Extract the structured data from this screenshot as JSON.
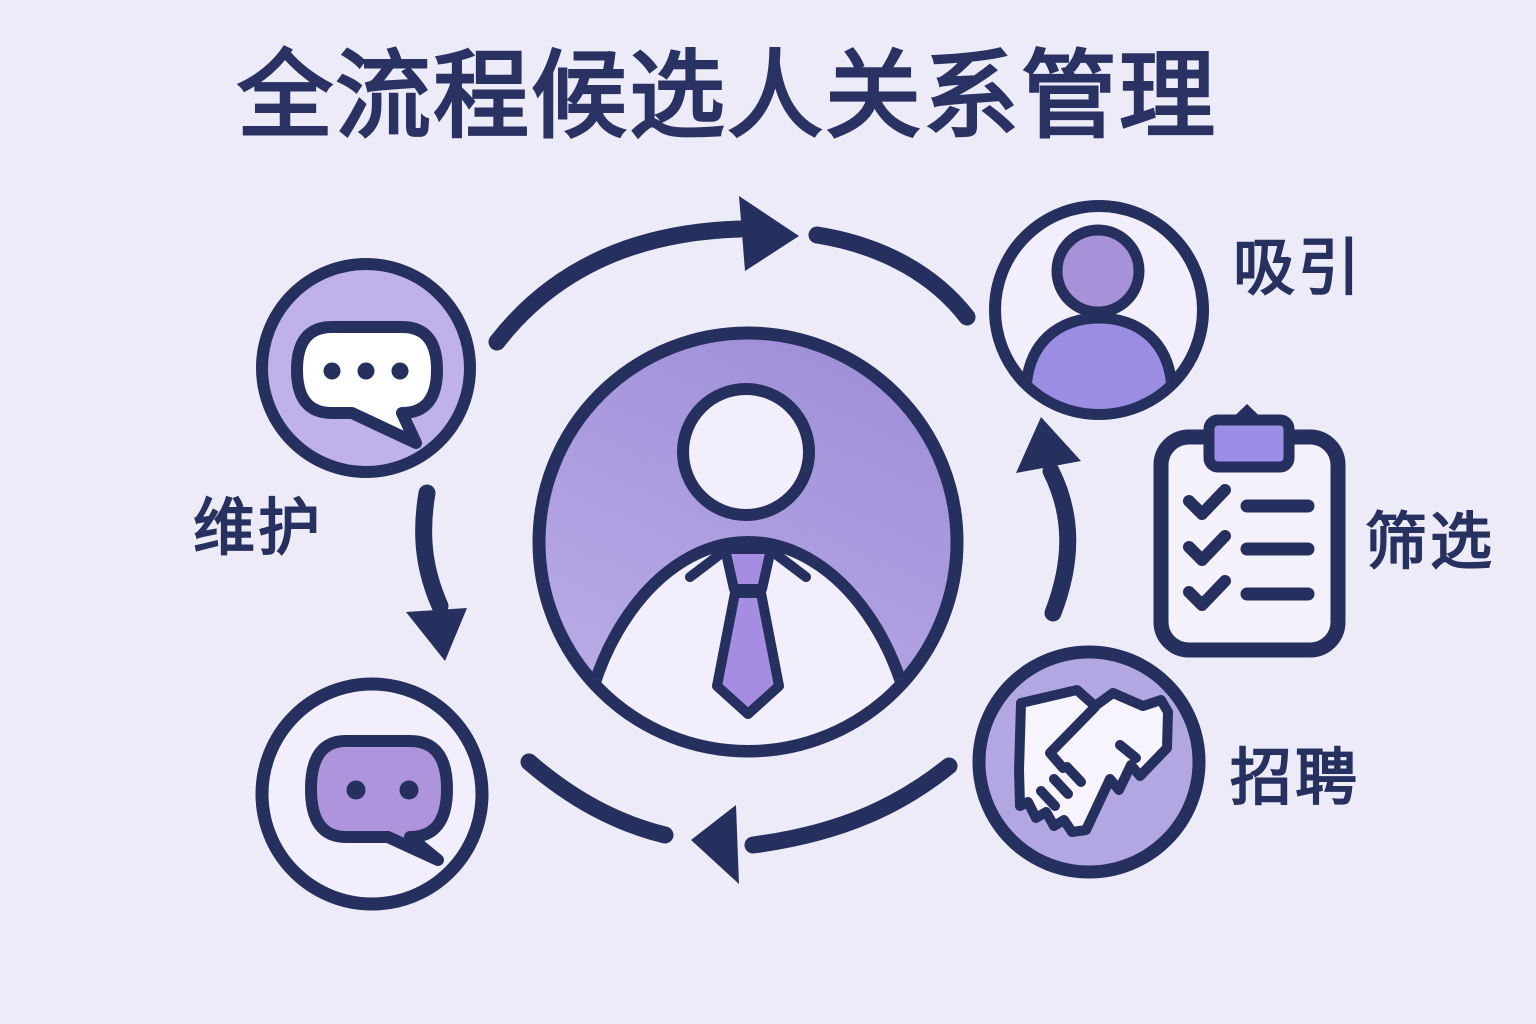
{
  "title": "全流程候选人关系管理",
  "center": {
    "icon": "candidate-profile-tie-icon"
  },
  "stages": [
    {
      "id": "attract",
      "label": "吸引",
      "icon": "user-silhouette-icon",
      "position": "top-right"
    },
    {
      "id": "screen",
      "label": "筛选",
      "icon": "clipboard-checklist-icon",
      "position": "right"
    },
    {
      "id": "recruit",
      "label": "招聘",
      "icon": "handshake-icon",
      "position": "bottom-right"
    },
    {
      "id": "maintain",
      "label": "维护",
      "icon": "chat-dots-bubble-icon",
      "position": "left"
    },
    {
      "id": "engage",
      "icon": "chat-bot-bubble-icon",
      "position": "bottom-left"
    }
  ],
  "colors": {
    "background": "#eeebf8",
    "ink": "#25305e",
    "title_ink": "#2a3263",
    "purple_mid": "#a797dd",
    "purple_light": "#beb2e8",
    "purple_bubble": "#ad94dd",
    "purple_clip": "#9c8ee6",
    "purple_person": "#9b8de1",
    "surface_light": "#f2eefb",
    "white": "#ffffff"
  }
}
